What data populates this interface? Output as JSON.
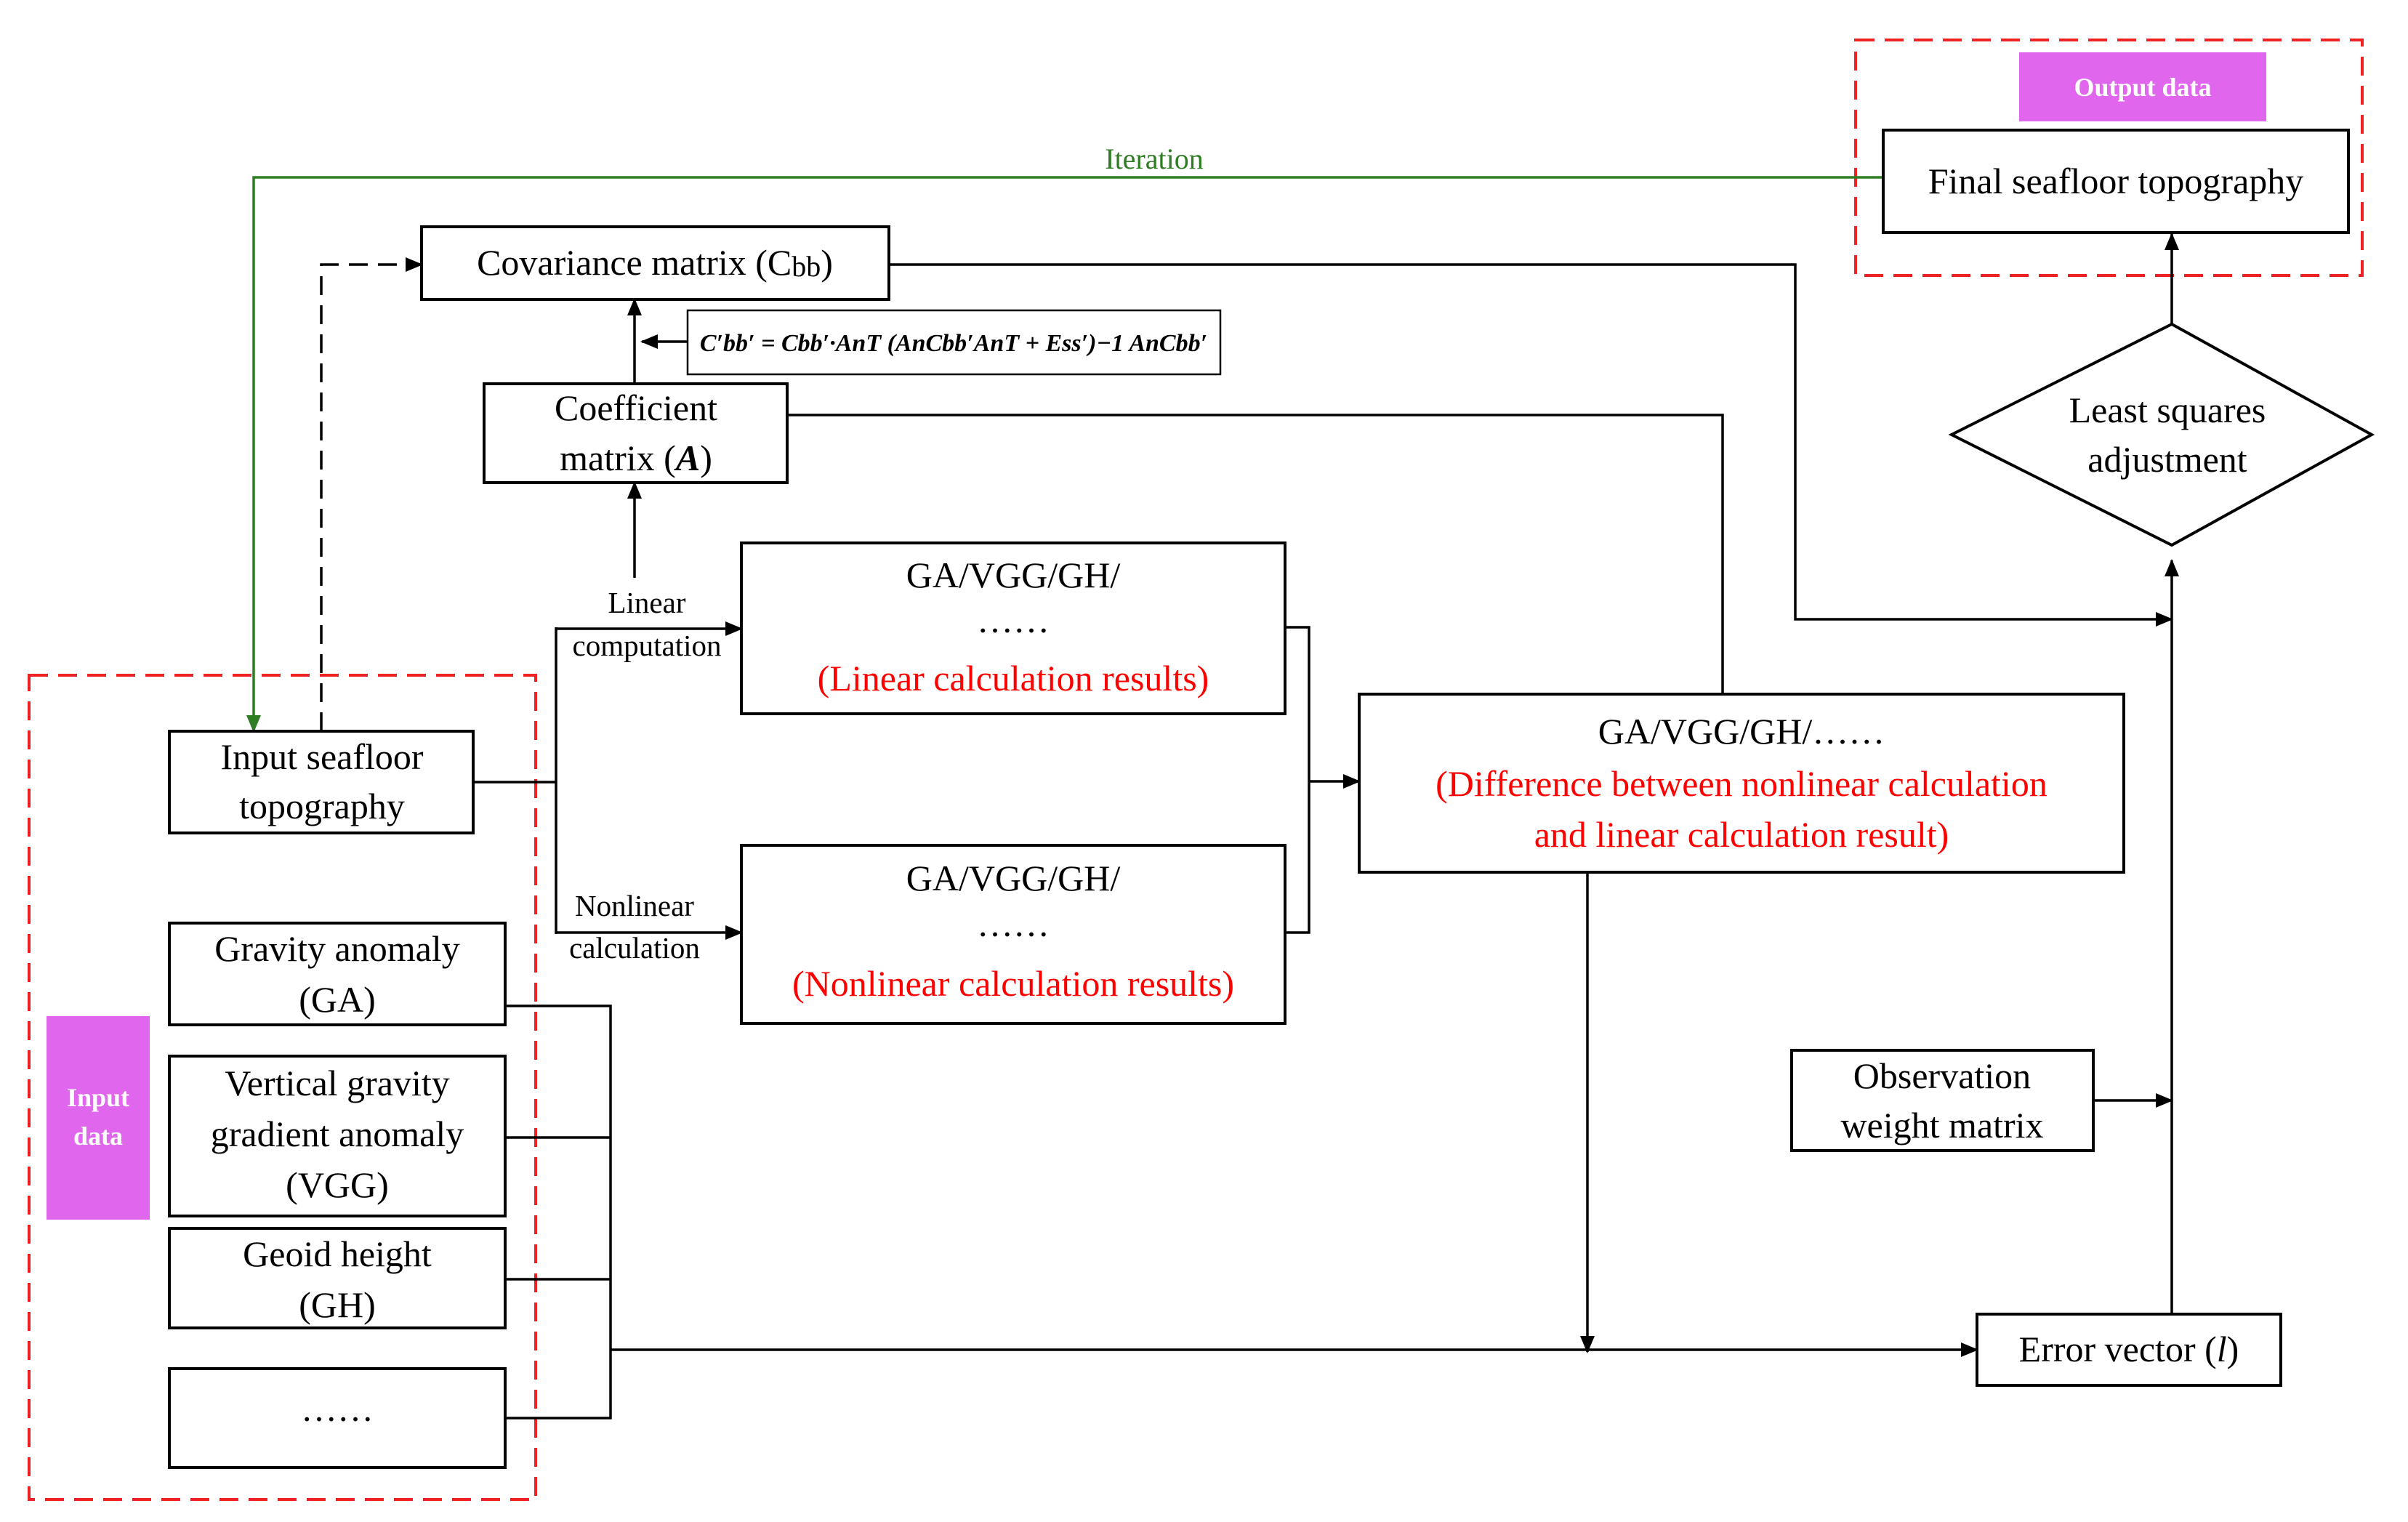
{
  "colors": {
    "accent_red": "#ff0000",
    "dashed_region": "#ee2222",
    "iteration_line": "#2e7d22",
    "label_tag_fill": "#e066ee"
  },
  "labels": {
    "output_data": "Output data",
    "input_data_1": "Input",
    "input_data_2": "data",
    "iteration": "Iteration",
    "final_topography": "Final seafloor topography",
    "covariance_prefix": "Covariance matrix (C",
    "covariance_sub": "bb",
    "covariance_suffix": ")",
    "coefficient_1": "Coefficient",
    "coefficient_2": "matrix (",
    "coefficient_var": "A",
    "coefficient_end": ")",
    "formula": "C′bb′ = Cbb′·AnT (AnCbb′AnT + Ess′)−1 AnCbb′",
    "least_squares_1": "Least squares",
    "least_squares_2": "adjustment",
    "linear_1": "Linear",
    "linear_2": "computation",
    "nonlinear_1": "Nonlinear",
    "nonlinear_2": "calculation",
    "ga_linear_1": "GA/VGG/GH/",
    "ga_linear_2": "……",
    "ga_linear_3": "(Linear calculation results)",
    "ga_nonlinear_1": "GA/VGG/GH/",
    "ga_nonlinear_2": "……",
    "ga_nonlinear_3": "(Nonlinear calculation results)",
    "diff_1": "GA/VGG/GH/……",
    "diff_2": "(Difference between nonlinear calculation",
    "diff_3": "and linear calculation result)",
    "input_topo_1": "Input seafloor",
    "input_topo_2": "topography",
    "gravity_1": "Gravity anomaly",
    "gravity_2": "(GA)",
    "vgg_1": "Vertical gravity",
    "vgg_2": "gradient anomaly",
    "vgg_3": "(VGG)",
    "geoid_1": "Geoid height",
    "geoid_2": "(GH)",
    "more": "……",
    "observation_1": "Observation",
    "observation_2": "weight matrix",
    "error_prefix": "Error vector (",
    "error_var": "l",
    "error_suffix": ")"
  }
}
